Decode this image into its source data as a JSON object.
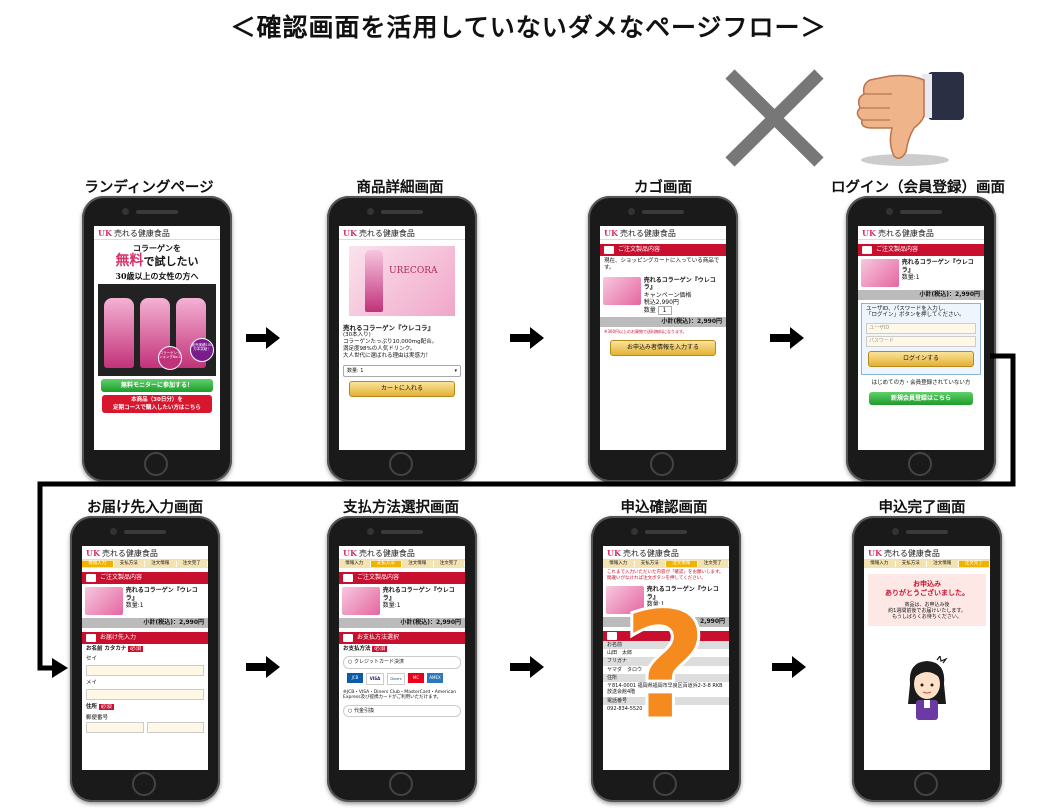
{
  "title": "＜確認画面を活用していないダメなページフロー＞",
  "icons": {
    "x": "big-x-icon",
    "thumb": "thumbs-down-icon"
  },
  "colors": {
    "accent_red": "#c8102e",
    "gold": "#e3b136",
    "green": "#1e9c2b",
    "pink": "#d6336c"
  },
  "brand": {
    "uk": "UK",
    "name": "売れる健康食品"
  },
  "pages": [
    {
      "label": "ランディングページ"
    },
    {
      "label": "商品詳細画面"
    },
    {
      "label": "カゴ画面"
    },
    {
      "label": "ログイン（会員登録）画面"
    },
    {
      "label": "お届け先入力画面"
    },
    {
      "label": "支払方法選択画面"
    },
    {
      "label": "申込確認画面"
    },
    {
      "label": "申込完了画面"
    }
  ],
  "steps": [
    "情報入力",
    "支払方法",
    "注文情報",
    "注文完了"
  ],
  "lp": {
    "line1": "コラーゲンを",
    "line2a": "無料",
    "line2b": "で試したい",
    "line3": "30歳以上の女性の方へ",
    "badge1": "コラーゲンランキングNo.1",
    "badge2": "販売実績100万本突破！",
    "btn1": "無料モニターに参加する！",
    "btn2a": "本商品（30日分）を",
    "btn2b": "定期コースで購入したい方はこちら"
  },
  "detail": {
    "brandmark": "URECORA",
    "name": "売れるコラーゲン『ウレコラ』",
    "qty_note": "(30本入り)",
    "desc1": "コラーゲンたっぷり10,000mg配合。",
    "desc2": "満足度98%の人気ドリンク。",
    "desc3": "大人世代に選ばれる理由は実感力！",
    "select": "数量: 1",
    "cart": "カートに入れる"
  },
  "cart": {
    "bar": "ご注文製品内容",
    "intro": "現在、ショッピングカートに入っている商品です。",
    "name": "売れるコラーゲン『ウレコラ』",
    "campaign": "キャンペーン価格",
    "price": "税込2,990円",
    "qty": "数量",
    "qty_val": "1",
    "subtotal": "小計(税込)：2,990円",
    "note": "※300円以上のお買物で送料無料になります。",
    "btn": "お申込み者情報を入力する"
  },
  "login": {
    "bar": "ご注文製品内容",
    "name": "売れるコラーゲン『ウレコラ』",
    "qty": "数量:1",
    "subtotal": "小計(税込)：2,990円",
    "hint1": "ユーザID、パスワードを入力し、",
    "hint2": "「ログイン」ボタンを押してください。",
    "user": "ユーザID",
    "pass": "パスワード",
    "btn": "ログインする",
    "first": "はじめての方・会員登録されていない方",
    "reg": "新規会員登録はこちら"
  },
  "delivery": {
    "bar": "ご注文製品内容",
    "name": "売れるコラーゲン『ウレコラ』",
    "qty": "数量:1",
    "subtotal": "小計(税込)：2,990円",
    "bar2": "お届け先入力",
    "kana": "お名前 カタカナ",
    "req": "必須",
    "sei": "セイ",
    "mei": "メイ",
    "addr": "住所",
    "zip": "郵便番号"
  },
  "payment": {
    "bar": "ご注文製品内容",
    "name": "売れるコラーゲン『ウレコラ』",
    "qty": "数量:1",
    "subtotal": "小計(税込)：2,990円",
    "bar2": "お支払方法選択",
    "method": "お支払方法",
    "req": "必須",
    "card": "クレジットカード決済",
    "cards": [
      "JCB",
      "VISA",
      "Diners",
      "MC",
      "AMEX"
    ],
    "note": "※JCB・VISA・Diners Club・MasterCard・American Express及び提携カードがご利用いただけます。",
    "cod": "代金引換"
  },
  "confirm": {
    "warn1": "これまで入力いただいた内容が「確認」をお願いします。",
    "warn2": "間違いがなければ注文ボタンを押してください。",
    "name": "売れるコラーゲン『ウレコラ』",
    "qty": "数量:1",
    "subtotal": "小計(税込)：2,990円",
    "fname": "お名前",
    "fname_v": "山田　太郎",
    "furi": "フリガナ",
    "furi_v": "ヤマダ　タロウ",
    "addr": "住所",
    "addr_v": "〒814-0001 福岡県福岡市早良区百道浜2-3-8 RKB放送会館4階",
    "tel": "電話番号",
    "tel_v": "092-834-5520",
    "question": "?"
  },
  "complete": {
    "h1": "お申込み",
    "h2": "ありがとうございました。",
    "p1": "商品は、お申込み後",
    "p2": "約1週間前後でお届けいたします。",
    "p3": "もうしばらくお待ちください。"
  }
}
